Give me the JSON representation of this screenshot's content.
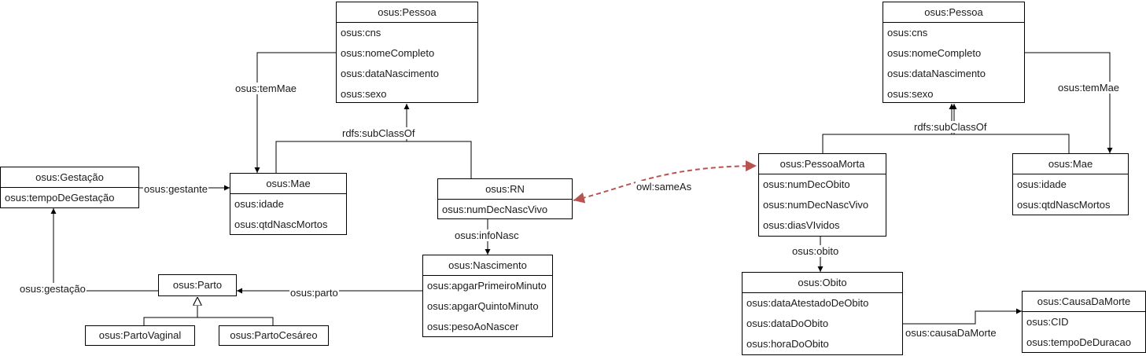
{
  "classes": {
    "pessoa_left": {
      "name": "osus:Pessoa",
      "attrs": [
        "osus:cns",
        "osus:nomeCompleto",
        "osus:dataNascimento",
        "osus:sexo"
      ]
    },
    "mae_left": {
      "name": "osus:Mae",
      "attrs": [
        "osus:idade",
        "osus:qtdNascMortos"
      ]
    },
    "gestacao": {
      "name": "osus:Gestação",
      "attrs": [
        "osus:tempoDeGestação"
      ]
    },
    "rn": {
      "name": "osus:RN",
      "attrs": [
        "osus:numDecNascVivo"
      ]
    },
    "nascimento": {
      "name": "osus:Nascimento",
      "attrs": [
        "osus:apgarPrimeiroMinuto",
        "osus:apgarQuintoMinuto",
        "osus:pesoAoNascer"
      ]
    },
    "parto": {
      "name": "osus:Parto",
      "attrs": []
    },
    "parto_vaginal": {
      "name": "osus:PartoVaginal",
      "attrs": []
    },
    "parto_cesareo": {
      "name": "osus:PartoCesáreo",
      "attrs": []
    },
    "pessoa_right": {
      "name": "osus:Pessoa",
      "attrs": [
        "osus:cns",
        "osus:nomeCompleto",
        "osus:dataNascimento",
        "osus:sexo"
      ]
    },
    "pessoa_morta": {
      "name": "osus:PessoaMorta",
      "attrs": [
        "osus:numDecObito",
        "osus:numDecNascVivo",
        "osus:diasVIvidos"
      ]
    },
    "mae_right": {
      "name": "osus:Mae",
      "attrs": [
        "osus:idade",
        "osus:qtdNascMortos"
      ]
    },
    "obito": {
      "name": "osus:Obito",
      "attrs": [
        "osus:dataAtestadoDeObito",
        "osus:dataDoObito",
        "osus:horaDoObito"
      ]
    },
    "causa_da_morte": {
      "name": "osus:CausaDaMorte",
      "attrs": [
        "osus:CID",
        "osus:tempoDeDuracao"
      ]
    }
  },
  "relations": {
    "tem_mae_left": "osus:temMae",
    "subclass_left": "rdfs:subClassOf",
    "gestante": "osus:gestante",
    "info_nasc": "osus:infoNasc",
    "parto": "osus:parto",
    "gestacao": "osus:gestação",
    "same_as": "owl:sameAs",
    "subclass_right": "rdfs:subClassOf",
    "tem_mae_right": "osus:temMae",
    "obito": "osus:obito",
    "causa_da_morte": "osus:causaDaMorte"
  },
  "colors": {
    "line": "#000000",
    "same_as": "#b85450",
    "box_border": "#000000",
    "background": "#ffffff"
  }
}
